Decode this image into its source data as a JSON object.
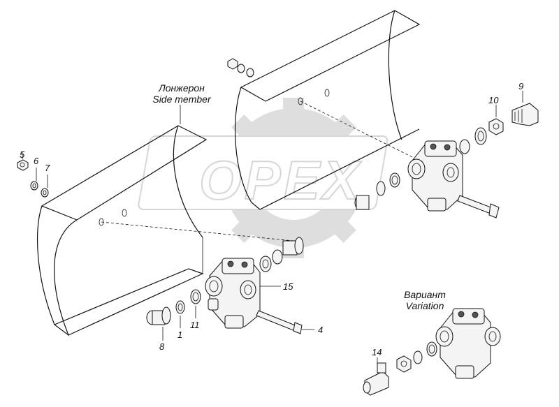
{
  "captions": {
    "side_member_ru": "Лонжерон",
    "side_member_en": "Side member",
    "variation_ru": "Вариант",
    "variation_en": "Variation"
  },
  "watermark": "OPEX",
  "callouts": {
    "n1": "1",
    "n4": "4",
    "n5": "5",
    "n6": "6",
    "n7": "7",
    "n8": "8",
    "n9": "9",
    "n10": "10",
    "n11": "11",
    "n14": "14",
    "n15": "15"
  }
}
